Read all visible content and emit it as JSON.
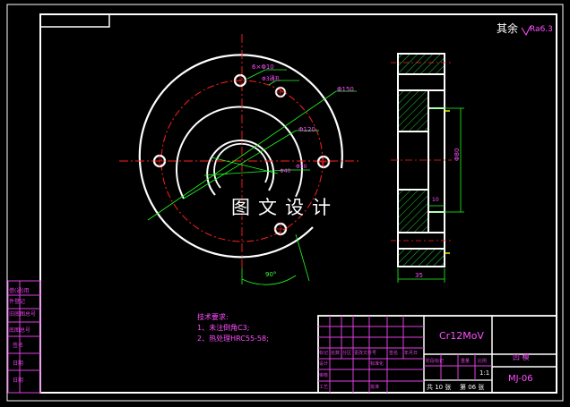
{
  "surface_finish": {
    "label": "其余",
    "symbol": "Ra6.3"
  },
  "dimensions": {
    "holes_note": "6×Φ10",
    "hole_note2": "Φ3通孔",
    "d150": "Φ150",
    "d120": "Φ120",
    "d40": "Φ40",
    "d30": "Φ30",
    "angle": "90°",
    "thickness": "35",
    "bore": "Φ80",
    "step": "10"
  },
  "watermark": "图文设计",
  "tech_requirements": {
    "title": "技术要求:",
    "items": [
      "1、未注倒角C3;",
      "2、热处理HRC55-58;"
    ]
  },
  "left_tab_labels": [
    "借(通)用",
    "件登记",
    "旧底图总号",
    "底图总号",
    "签名",
    "日期",
    "日期"
  ],
  "title_block": {
    "material": "Cr12MoV",
    "part_name": "凹  模",
    "drawing_no": "MJ-06",
    "scale": "1:1",
    "sheet_total": "共 10 张",
    "sheet_no": "第 06 张",
    "rev_headers": [
      "标记",
      "处数",
      "分区",
      "更改文件号",
      "签名",
      "年月日"
    ],
    "roles": [
      "设计",
      "标准化",
      "审核",
      "工艺",
      "批准"
    ],
    "stage_headers": [
      "阶段标记",
      "重量",
      "比例"
    ]
  },
  "colors": {
    "border": "#ffffff",
    "center_line": "#ff2020",
    "dimension": "#20ff20",
    "hatch": "#20ff40",
    "text_magenta": "#ff50ff",
    "bore_line": "#ffff00"
  }
}
